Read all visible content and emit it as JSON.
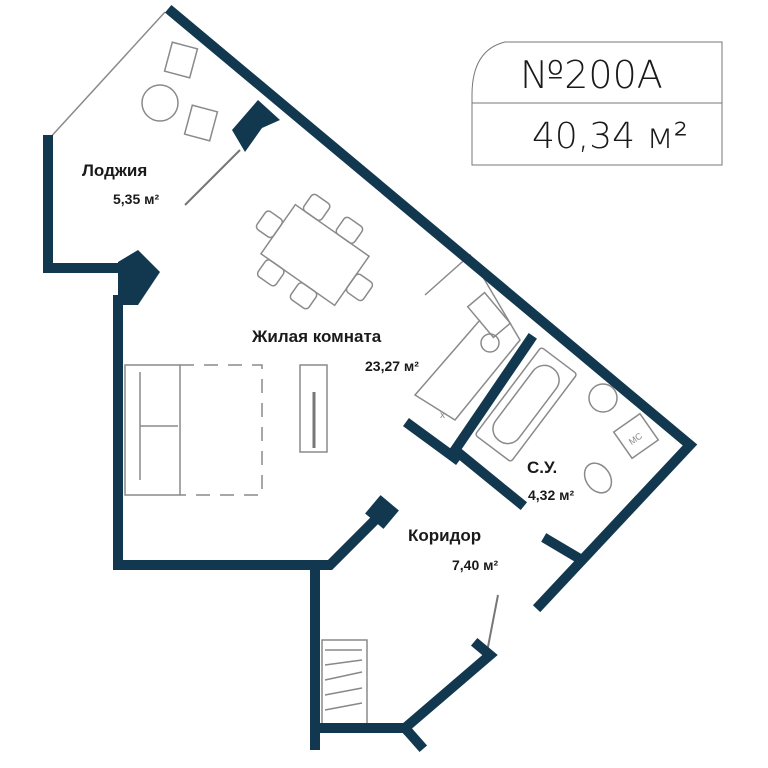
{
  "header": {
    "apartment_number": "№200А",
    "total_area": "40,34 м²"
  },
  "rooms": [
    {
      "name": "Лоджия",
      "area": "5,35 м²"
    },
    {
      "name": "Жилая комната",
      "area": "23,27 м²"
    },
    {
      "name": "С.У.",
      "area": "4,32 м²"
    },
    {
      "name": "Коридор",
      "area": "7,40 м²"
    }
  ],
  "fixtures": {
    "washing_machine": "МС",
    "stove": "х"
  },
  "colors": {
    "wall": "#12384f",
    "furniture": "#8a8a8a"
  }
}
